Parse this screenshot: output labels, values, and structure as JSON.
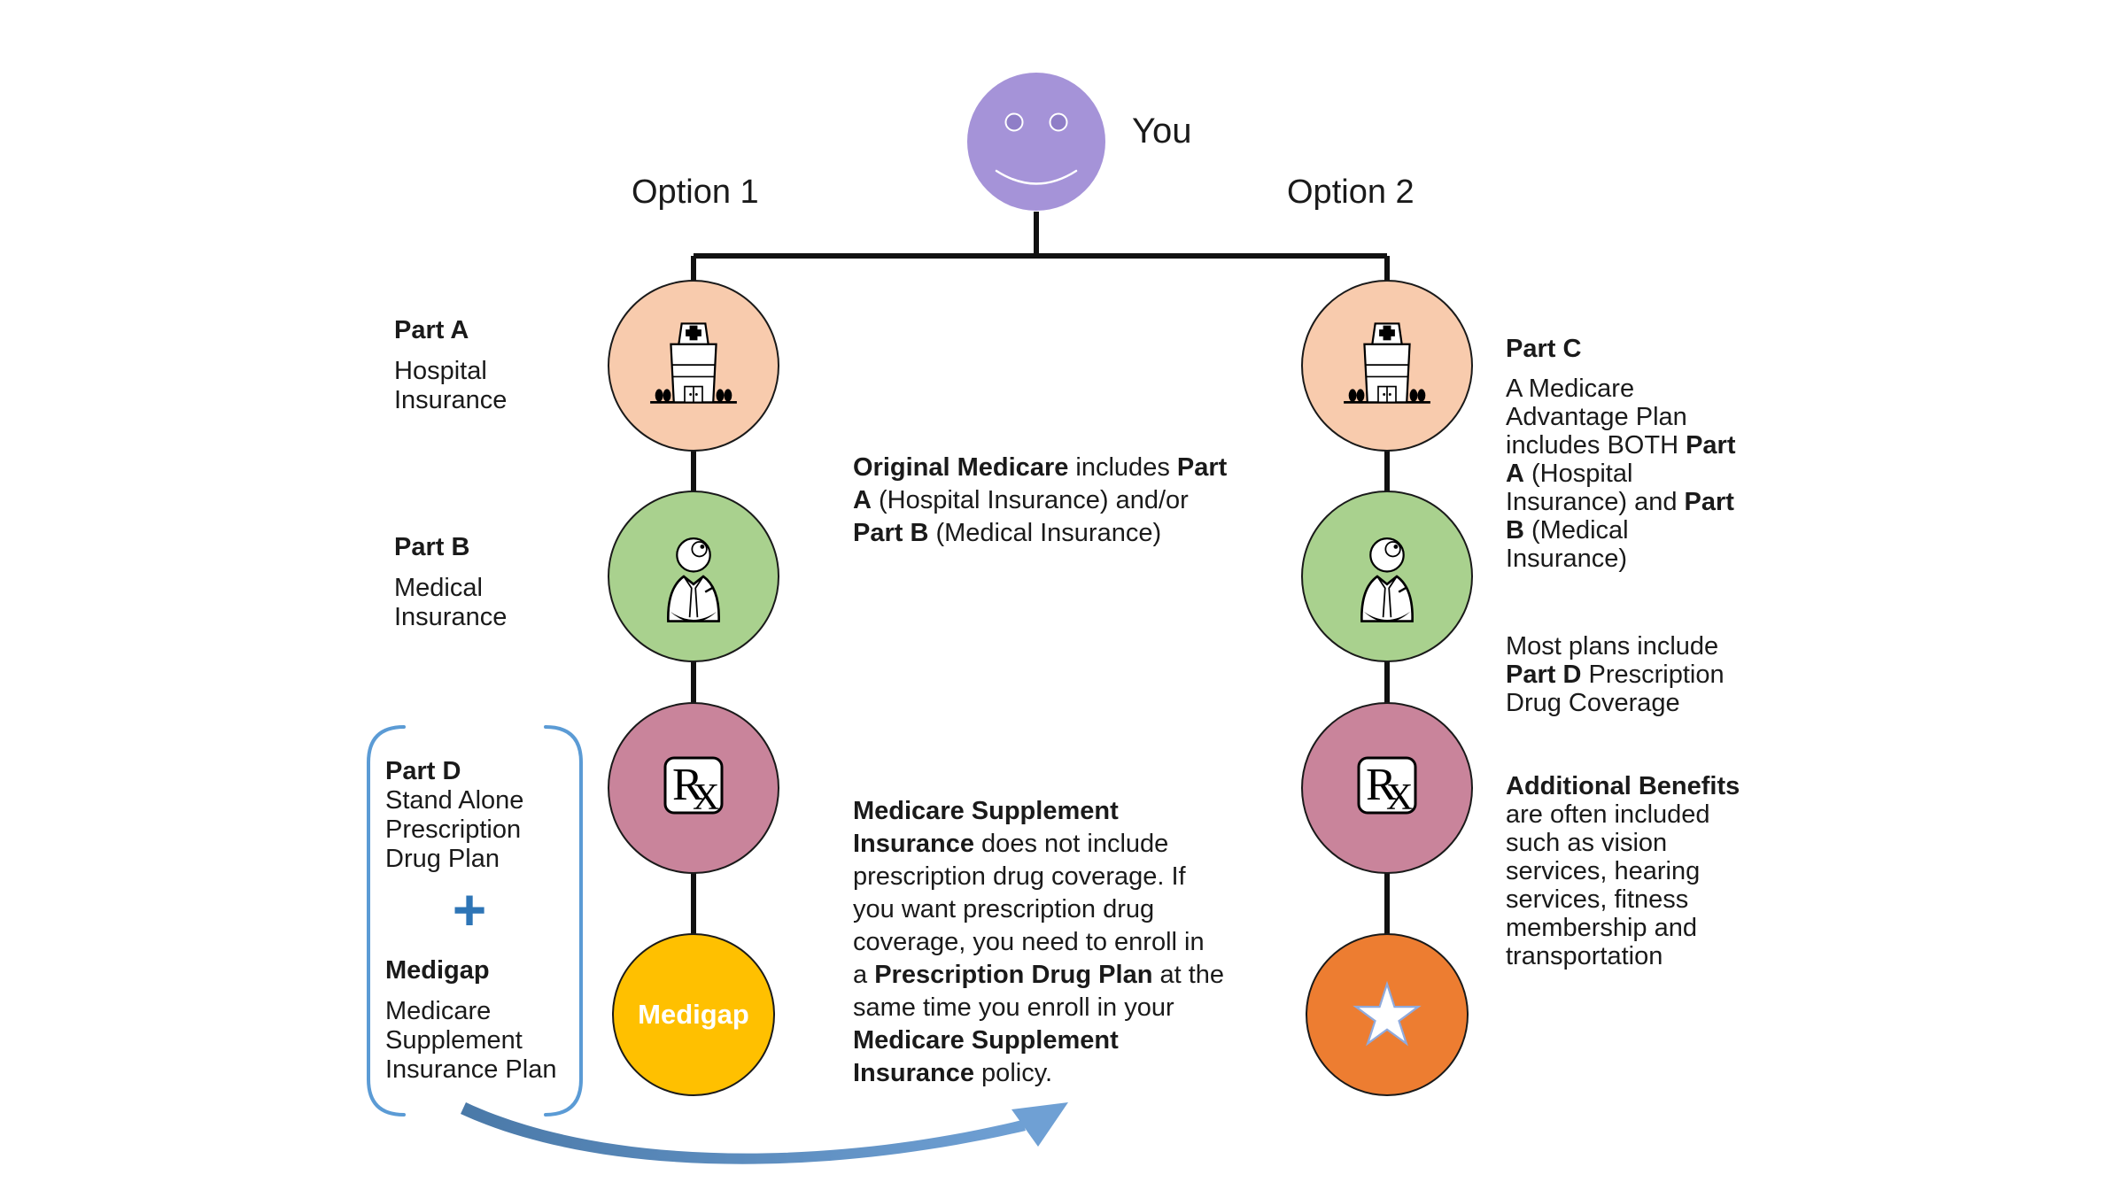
{
  "header": {
    "you": "You",
    "option1": "Option 1",
    "option2": "Option 2"
  },
  "left_column": {
    "part_a": {
      "title": "Part A",
      "body": "Hospital\nInsurance"
    },
    "part_b": {
      "title": "Part B",
      "body": "Medical\nInsurance"
    },
    "bracket_group": {
      "part_d": {
        "title": "Part D",
        "body": "Stand Alone\nPrescription\nDrug Plan"
      },
      "plus_sign": "+",
      "medigap": {
        "title": "Medigap",
        "body": "Medicare\nSupplement\nInsurance Plan"
      }
    },
    "medigap_circle_label": "Medigap"
  },
  "rx_icon": {
    "r": "R",
    "x": "X"
  },
  "center_notes": {
    "original_medicare": {
      "segments": [
        {
          "t": "Original Medicare",
          "b": true
        },
        {
          "t": " includes ",
          "b": false
        },
        {
          "t": "Part\nA",
          "b": true
        },
        {
          "t": " (Hospital Insurance) and/or\n",
          "b": false
        },
        {
          "t": "Part B",
          "b": true
        },
        {
          "t": " (Medical Insurance)",
          "b": false
        }
      ]
    },
    "supplement": {
      "segments": [
        {
          "t": "Medicare Supplement\nInsurance",
          "b": true
        },
        {
          "t": " does not include\nprescription drug coverage. If\nyou want prescription drug\ncoverage, you need to enroll in\na ",
          "b": false
        },
        {
          "t": "Prescription Drug Plan",
          "b": true
        },
        {
          "t": " at the\nsame time you enroll in your\n",
          "b": false
        },
        {
          "t": "Medicare Supplement\nInsurance",
          "b": true
        },
        {
          "t": " policy.",
          "b": false
        }
      ]
    }
  },
  "right_column": {
    "part_c": {
      "title": "Part C",
      "segments": [
        {
          "t": "A Medicare\nAdvantage Plan\nincludes BOTH ",
          "b": false
        },
        {
          "t": "Part\nA",
          "b": true
        },
        {
          "t": " (Hospital\nInsurance) and ",
          "b": false
        },
        {
          "t": "Part\nB",
          "b": true
        },
        {
          "t": " (Medical\nInsurance)",
          "b": false
        }
      ]
    },
    "part_d_note": {
      "segments": [
        {
          "t": "Most plans include\n",
          "b": false
        },
        {
          "t": "Part D",
          "b": true
        },
        {
          "t": " Prescription\nDrug Coverage",
          "b": false
        }
      ]
    },
    "additional_benefits": {
      "segments": [
        {
          "t": "Additional Benefits",
          "b": true
        },
        {
          "t": "\nare often included\nsuch as vision\nservices, hearing\nservices, fitness\nmembership and\ntransportation",
          "b": false
        }
      ]
    }
  },
  "icons": {
    "smiley": "smiley-face-icon",
    "hospital": "hospital-icon",
    "doctor": "doctor-icon",
    "rx": "prescription-rx-icon",
    "star": "star-icon",
    "plus": "plus-icon",
    "bracket": "bracket-shape",
    "arrow": "curved-arrow-icon"
  },
  "colors": {
    "face_purple": "#A593D8",
    "peach": "#F8CBAD",
    "green": "#A9D18E",
    "rose": "#C9849B",
    "gold": "#FFC000",
    "orange": "#ED7D31",
    "plus_blue": "#2E75B6",
    "bracket_blue": "#5B9BD5",
    "arrow_blue": "#4F81BD",
    "line_black": "#111111"
  }
}
